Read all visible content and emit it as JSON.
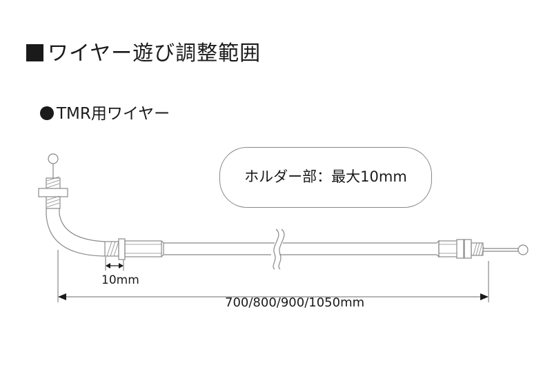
{
  "title": {
    "icon": "black-square",
    "text": "ワイヤー遊び調整範囲"
  },
  "subtitle": {
    "icon": "black-circle",
    "text": "TMR用ワイヤー"
  },
  "callout": {
    "text": "ホルダー部：最大10mm"
  },
  "dimensions": {
    "adjust_range": "10mm",
    "total_length": "700/800/900/1050mm"
  },
  "colors": {
    "line": "#888888",
    "text": "#1a1a1a",
    "background": "#ffffff"
  }
}
